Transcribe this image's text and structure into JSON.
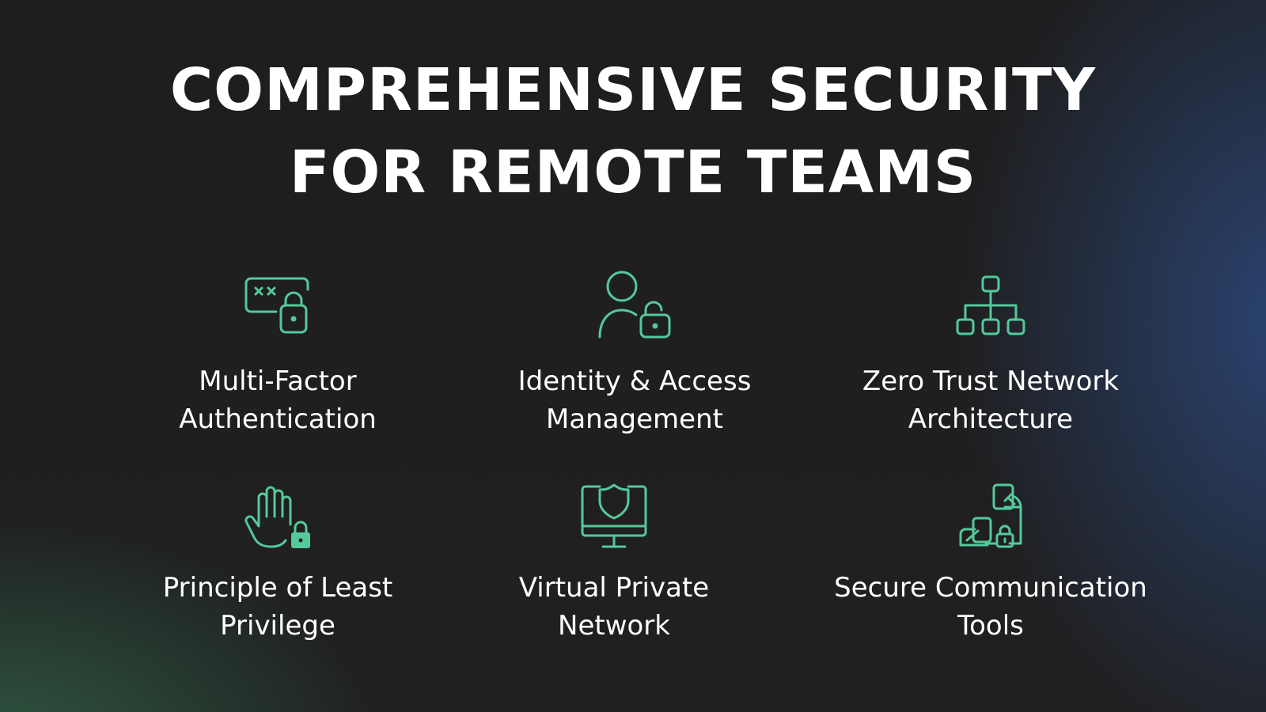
{
  "title": {
    "line1": "COMPREHENSIVE SECURITY",
    "line2": "FOR REMOTE TEAMS"
  },
  "colors": {
    "accent": "#55c99a",
    "background": "#1f1f20",
    "glow_left": "#3a825a",
    "glow_right": "#2c4a80",
    "text": "#ffffff"
  },
  "features": [
    {
      "icon": "password-lock-icon",
      "line1": "Multi-Factor",
      "line2": "Authentication"
    },
    {
      "icon": "user-unlock-icon",
      "line1": "Identity & Access",
      "line2": "Management"
    },
    {
      "icon": "network-hierarchy-icon",
      "line1": "Zero Trust Network",
      "line2": "Architecture"
    },
    {
      "icon": "hand-lock-icon",
      "line1": "Principle of Least",
      "line2": "Privilege"
    },
    {
      "icon": "monitor-shield-icon",
      "line1": "Virtual Private",
      "line2": "Network"
    },
    {
      "icon": "secure-devices-icon",
      "line1": "Secure Communication",
      "line2": "Tools"
    }
  ]
}
